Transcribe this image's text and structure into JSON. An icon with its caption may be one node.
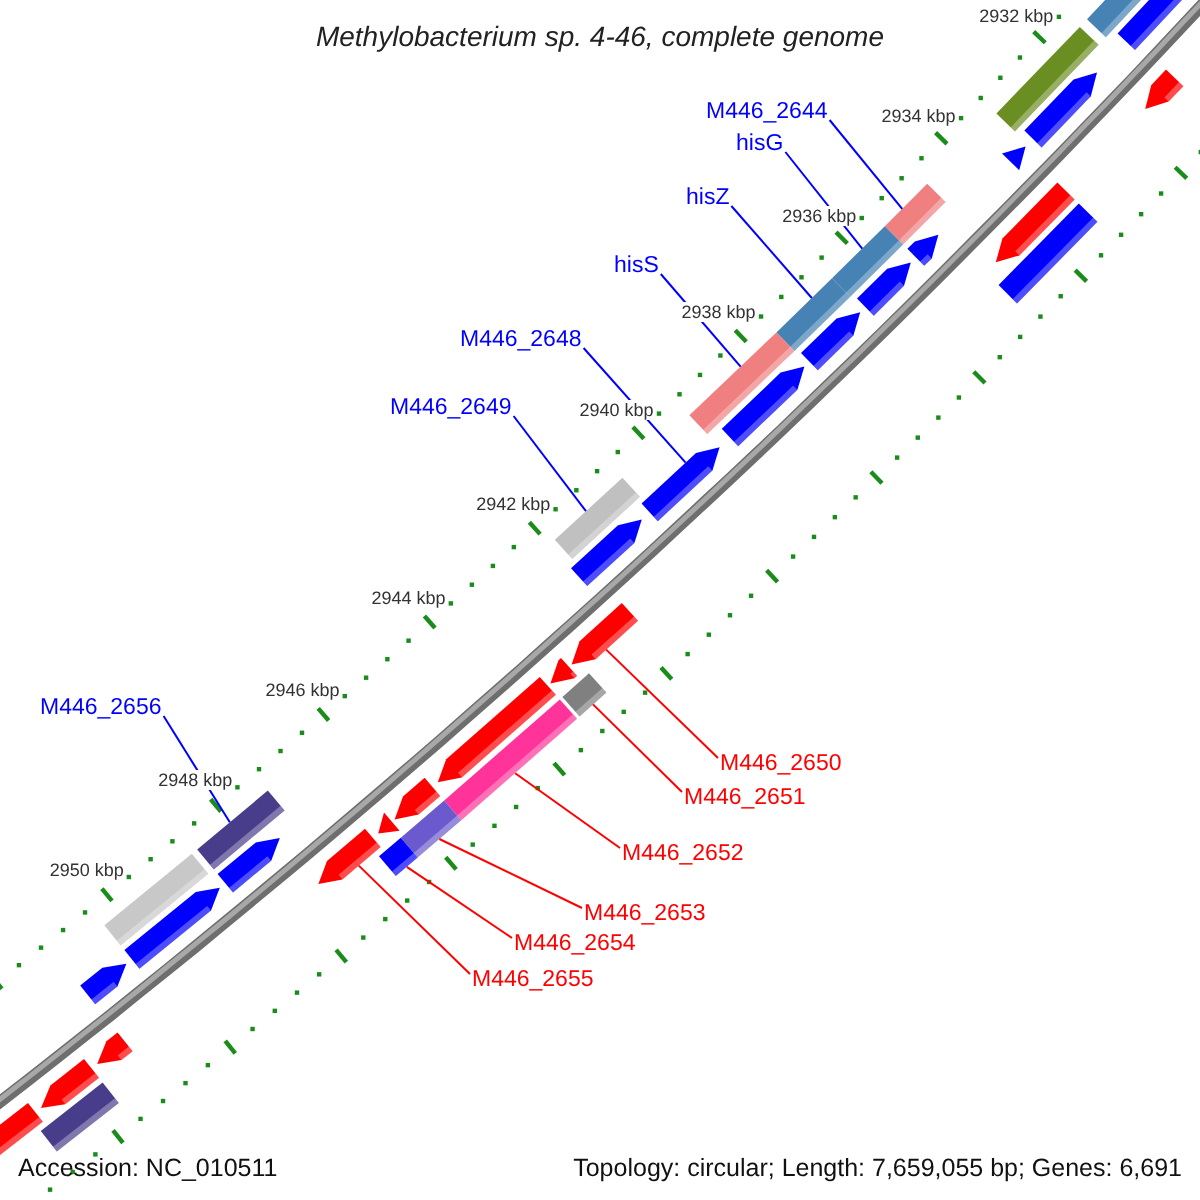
{
  "diagram": {
    "title": "Methylobacterium sp. 4-46, complete genome",
    "nodes": [
      {
        "text": [
          "M446_2644"
        ]
      },
      {
        "text": [
          "hisG"
        ]
      },
      {
        "text": [
          "hisZ"
        ]
      },
      {
        "text": [
          "hisS"
        ]
      },
      {
        "text": [
          "M446_2648"
        ]
      },
      {
        "text": [
          "M446_2649"
        ]
      },
      {
        "text": [
          "M446_2656"
        ]
      },
      {
        "text": [
          "M446_2650"
        ]
      },
      {
        "text": [
          "M446_2651"
        ]
      },
      {
        "text": [
          "M446_2652"
        ]
      },
      {
        "text": [
          "M446_2653"
        ]
      },
      {
        "text": [
          "M446_2654"
        ]
      },
      {
        "text": [
          "M446_2655"
        ]
      },
      {
        "text": [],
        "shape": "bar"
      },
      {
        "text": [],
        "shape": "bar"
      },
      {
        "text": [],
        "shape": "bar"
      },
      {
        "text": [],
        "shape": "bar"
      },
      {
        "text": [],
        "shape": "bar"
      },
      {
        "text": [],
        "shape": "bar"
      },
      {
        "text": [],
        "shape": "bar"
      },
      {
        "text": [],
        "shape": "bar"
      },
      {
        "text": [],
        "shape": "bar"
      },
      {
        "text": [],
        "shape": "bar"
      },
      {
        "text": [],
        "shape": "bar"
      },
      {
        "text": [],
        "shape": "bar"
      },
      {
        "text": [],
        "shape": "bar"
      },
      {
        "text": [],
        "shape": "bar"
      },
      {
        "text": [],
        "shape": "bar"
      },
      {
        "text": [],
        "shape": "bar"
      },
      {
        "text": [],
        "shape": "bar"
      },
      {
        "text": [],
        "shape": "bar"
      },
      {
        "text": [],
        "shape": "bar"
      },
      {
        "text": [],
        "shape": "bar"
      },
      {
        "text": [],
        "shape": "bar"
      },
      {
        "text": [],
        "shape": "bar"
      },
      {
        "text": [],
        "shape": "bar"
      },
      {
        "text": [],
        "shape": "bar"
      },
      {
        "text": [],
        "shape": "bar"
      },
      {
        "text": [],
        "shape": "bar"
      },
      {
        "text": [],
        "shape": "bar"
      },
      {
        "text": [],
        "shape": "bar"
      },
      {
        "text": [],
        "shape": "bar"
      },
      {
        "text": [],
        "shape": "bar"
      },
      {
        "text": [],
        "shape": "bar"
      },
      {
        "text": [],
        "shape": "bar"
      },
      {
        "text": [],
        "shape": "bar"
      },
      {
        "text": [],
        "shape": "bar"
      },
      {
        "text": [],
        "shape": "bar"
      },
      {
        "text": [],
        "shape": "bar"
      },
      {
        "text": [],
        "shape": "bar"
      },
      {
        "text": [],
        "shape": "bar"
      }
    ],
    "edges": [
      {
        "from": 0,
        "to": 13,
        "arrow": "none"
      },
      {
        "from": 1,
        "to": 14,
        "arrow": "none"
      },
      {
        "from": 2,
        "to": 15,
        "arrow": "none"
      },
      {
        "from": 3,
        "to": 16,
        "arrow": "none"
      },
      {
        "from": 4,
        "to": 17,
        "arrow": "none"
      },
      {
        "from": 5,
        "to": 18,
        "arrow": "none"
      },
      {
        "from": 6,
        "to": 19,
        "arrow": "none"
      },
      {
        "from": 7,
        "to": 20,
        "arrow": "none",
        "color": "#ff0000"
      },
      {
        "from": 8,
        "to": 21,
        "arrow": "none",
        "color": "#ff0000"
      },
      {
        "from": 9,
        "to": 22,
        "arrow": "none",
        "color": "#ff0000"
      },
      {
        "from": 10,
        "to": 23,
        "arrow": "none",
        "color": "#ff0000"
      },
      {
        "from": 11,
        "to": 24,
        "arrow": "none",
        "color": "#ff0000"
      },
      {
        "from": 12,
        "to": 25,
        "arrow": "none",
        "color": "#ff0000"
      }
    ],
    "labels": [
      "2932 kbp",
      "2934 kbp",
      "2936 kbp",
      "2938 kbp",
      "2940 kbp",
      "2942 kbp",
      "2944 kbp",
      "2946 kbp",
      "2948 kbp",
      "2950 kbp",
      "Accession: NC_010511",
      "Topology: circular; Length: 7,659,055 bp; Genes: 6,691"
    ]
  }
}
